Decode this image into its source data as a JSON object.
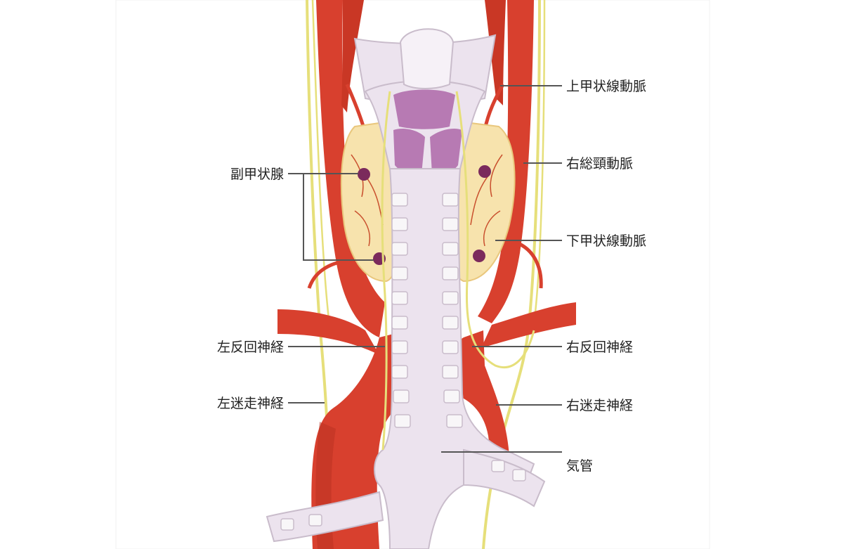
{
  "labels": {
    "superior_thyroid_artery": "上甲状線動脈",
    "right_common_carotid_artery": "右総頸動脈",
    "inferior_thyroid_artery": "下甲状線動脈",
    "parathyroid_gland": "副甲状腺",
    "left_recurrent_laryngeal_nerve": "左反回神経",
    "right_recurrent_laryngeal_nerve": "右反回神経",
    "left_vagus_nerve": "左迷走神経",
    "right_vagus_nerve": "右迷走神経",
    "trachea": "気管"
  },
  "colors": {
    "artery": "#d8402e",
    "artery_dark": "#b8301f",
    "nerve": "#e6df7a",
    "thyroid": "#f7e3ad",
    "thyroid_edge": "#e9c77d",
    "trachea": "#ece3ee",
    "trachea_edge": "#c9bccb",
    "cartilage": "#f8f6f8",
    "muscle": "#b77ab3",
    "parathyroid": "#7b2a5c",
    "leader": "#555555"
  }
}
